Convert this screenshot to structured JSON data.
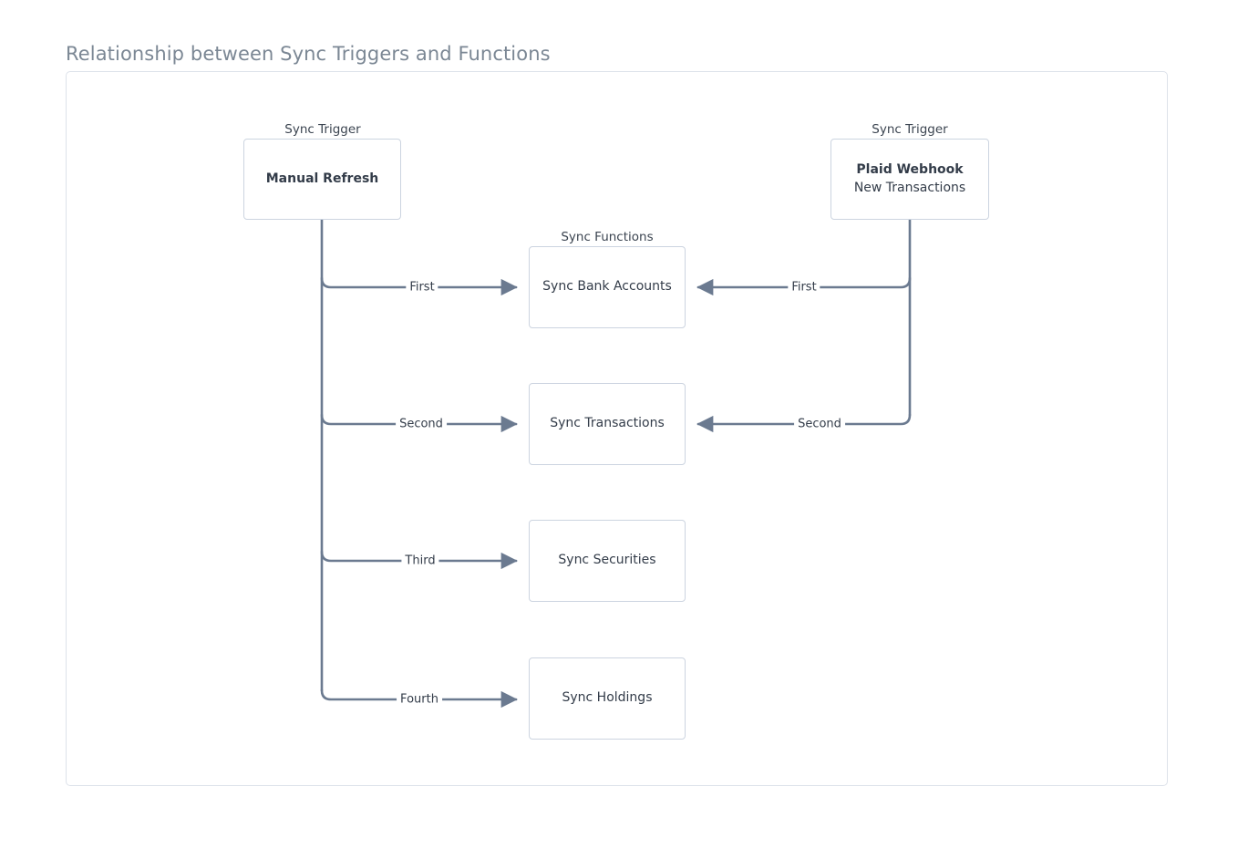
{
  "page": {
    "title": "Relationship between Sync Triggers and Functions",
    "background_color": "#ffffff",
    "frame_border_color": "#dde2ea"
  },
  "theme": {
    "title_color": "#7b8794",
    "node_border_color": "#ccd4e0",
    "node_text_color": "#333c49",
    "caption_color": "#3b4450",
    "edge_color": "#6b7a90"
  },
  "diagram": {
    "type": "flowchart",
    "captions": [
      {
        "id": "caption-trigger-left",
        "label": "Sync Trigger"
      },
      {
        "id": "caption-functions",
        "label": "Sync Functions"
      },
      {
        "id": "caption-trigger-right",
        "label": "Sync Trigger"
      }
    ],
    "triggers": [
      {
        "id": "manual-refresh",
        "title": "Manual Refresh",
        "subtitle": "",
        "caption": "Sync Trigger"
      },
      {
        "id": "plaid-webhook",
        "title": "Plaid Webhook",
        "subtitle": "New Transactions",
        "caption": "Sync Trigger"
      }
    ],
    "functions": [
      {
        "id": "sync-bank-accounts",
        "title": "Sync Bank Accounts"
      },
      {
        "id": "sync-transactions",
        "title": "Sync Transactions"
      },
      {
        "id": "sync-securities",
        "title": "Sync Securities"
      },
      {
        "id": "sync-holdings",
        "title": "Sync Holdings"
      }
    ],
    "edges": [
      {
        "id": "edge-manual-first",
        "from": "manual-refresh",
        "to": "sync-bank-accounts",
        "label": "First",
        "direction": "right"
      },
      {
        "id": "edge-manual-second",
        "from": "manual-refresh",
        "to": "sync-transactions",
        "label": "Second",
        "direction": "right"
      },
      {
        "id": "edge-manual-third",
        "from": "manual-refresh",
        "to": "sync-securities",
        "label": "Third",
        "direction": "right"
      },
      {
        "id": "edge-manual-fourth",
        "from": "manual-refresh",
        "to": "sync-holdings",
        "label": "Fourth",
        "direction": "right"
      },
      {
        "id": "edge-plaid-first",
        "from": "plaid-webhook",
        "to": "sync-bank-accounts",
        "label": "First",
        "direction": "left"
      },
      {
        "id": "edge-plaid-second",
        "from": "plaid-webhook",
        "to": "sync-transactions",
        "label": "Second",
        "direction": "left"
      }
    ]
  }
}
